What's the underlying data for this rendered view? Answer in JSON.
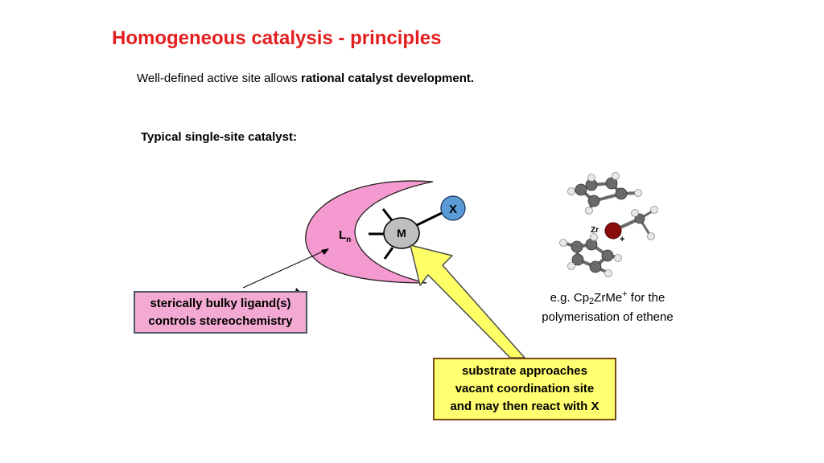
{
  "slide": {
    "title": "Homogeneous catalysis - principles",
    "subtitle_plain": "Well-defined active site allows ",
    "subtitle_bold": "rational catalyst development.",
    "section_heading": "Typical single-site catalyst:"
  },
  "diagram": {
    "ligand_label": "L",
    "ligand_subscript": "n",
    "metal_label": "M",
    "leaving_group_label": "X",
    "ligand_box": {
      "line1": "sterically bulky ligand(s)",
      "line2": "controls stereochemistry"
    },
    "substrate_box": {
      "line1": "substrate approaches",
      "line2": "vacant coordination site",
      "line3": "and may then react with X"
    },
    "colors": {
      "ligand_fill": "#f59ad0",
      "metal_fill": "#bfbfbf",
      "x_fill": "#5b9bd5",
      "arrow_fill": "#ffff66",
      "title_color": "#e41e1e"
    }
  },
  "example": {
    "zr_label": "Zr",
    "charge_label": "+",
    "caption_prefix": "e.g. Cp",
    "caption_sub": "2",
    "caption_mid": "ZrMe",
    "caption_sup": "+",
    "caption_suffix": " for the",
    "caption_line2": "polymerisation of ethene"
  }
}
